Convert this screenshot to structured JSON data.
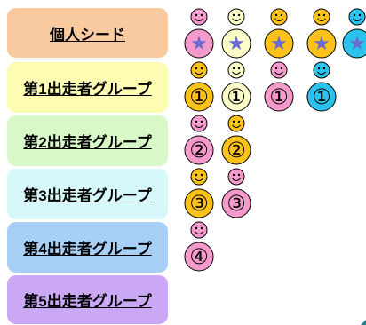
{
  "buttons": [
    {
      "label": "個人シード",
      "color": "#f9c9a0"
    },
    {
      "label": "第1出走者グループ",
      "color": "#fdfcb2"
    },
    {
      "label": "第2出走者グループ",
      "color": "#d8f8c8"
    },
    {
      "label": "第3出走者グループ",
      "color": "#d6f8fb"
    },
    {
      "label": "第4出走者グループ",
      "color": "#a8cff5"
    },
    {
      "label": "第5出走者グループ",
      "color": "#caa8f5"
    }
  ],
  "tokens": {
    "seed": [
      {
        "symbol": "★",
        "color": "#f59bcc"
      },
      {
        "symbol": "★",
        "color": "#fcfcc8"
      },
      {
        "symbol": "★",
        "color": "#fcc21a"
      },
      {
        "symbol": "★",
        "color": "#fcc21a"
      },
      {
        "symbol": "★",
        "color": "#29c3eb"
      }
    ],
    "group1": [
      {
        "symbol": "①",
        "color": "#fcc21a"
      },
      {
        "symbol": "①",
        "color": "#fcfcc8"
      },
      {
        "symbol": "①",
        "color": "#f59bcc"
      },
      {
        "symbol": "①",
        "color": "#29c3eb"
      }
    ],
    "group2": [
      {
        "symbol": "②",
        "color": "#f59bcc"
      },
      {
        "symbol": "②",
        "color": "#fcc21a"
      }
    ],
    "group3": [
      {
        "symbol": "③",
        "color": "#fcc21a"
      },
      {
        "symbol": "③",
        "color": "#f59bcc"
      }
    ],
    "group4": [
      {
        "symbol": "④",
        "color": "#f59bcc"
      }
    ]
  },
  "colors": {
    "star": "#6a6bd1",
    "outline": "#000000"
  }
}
